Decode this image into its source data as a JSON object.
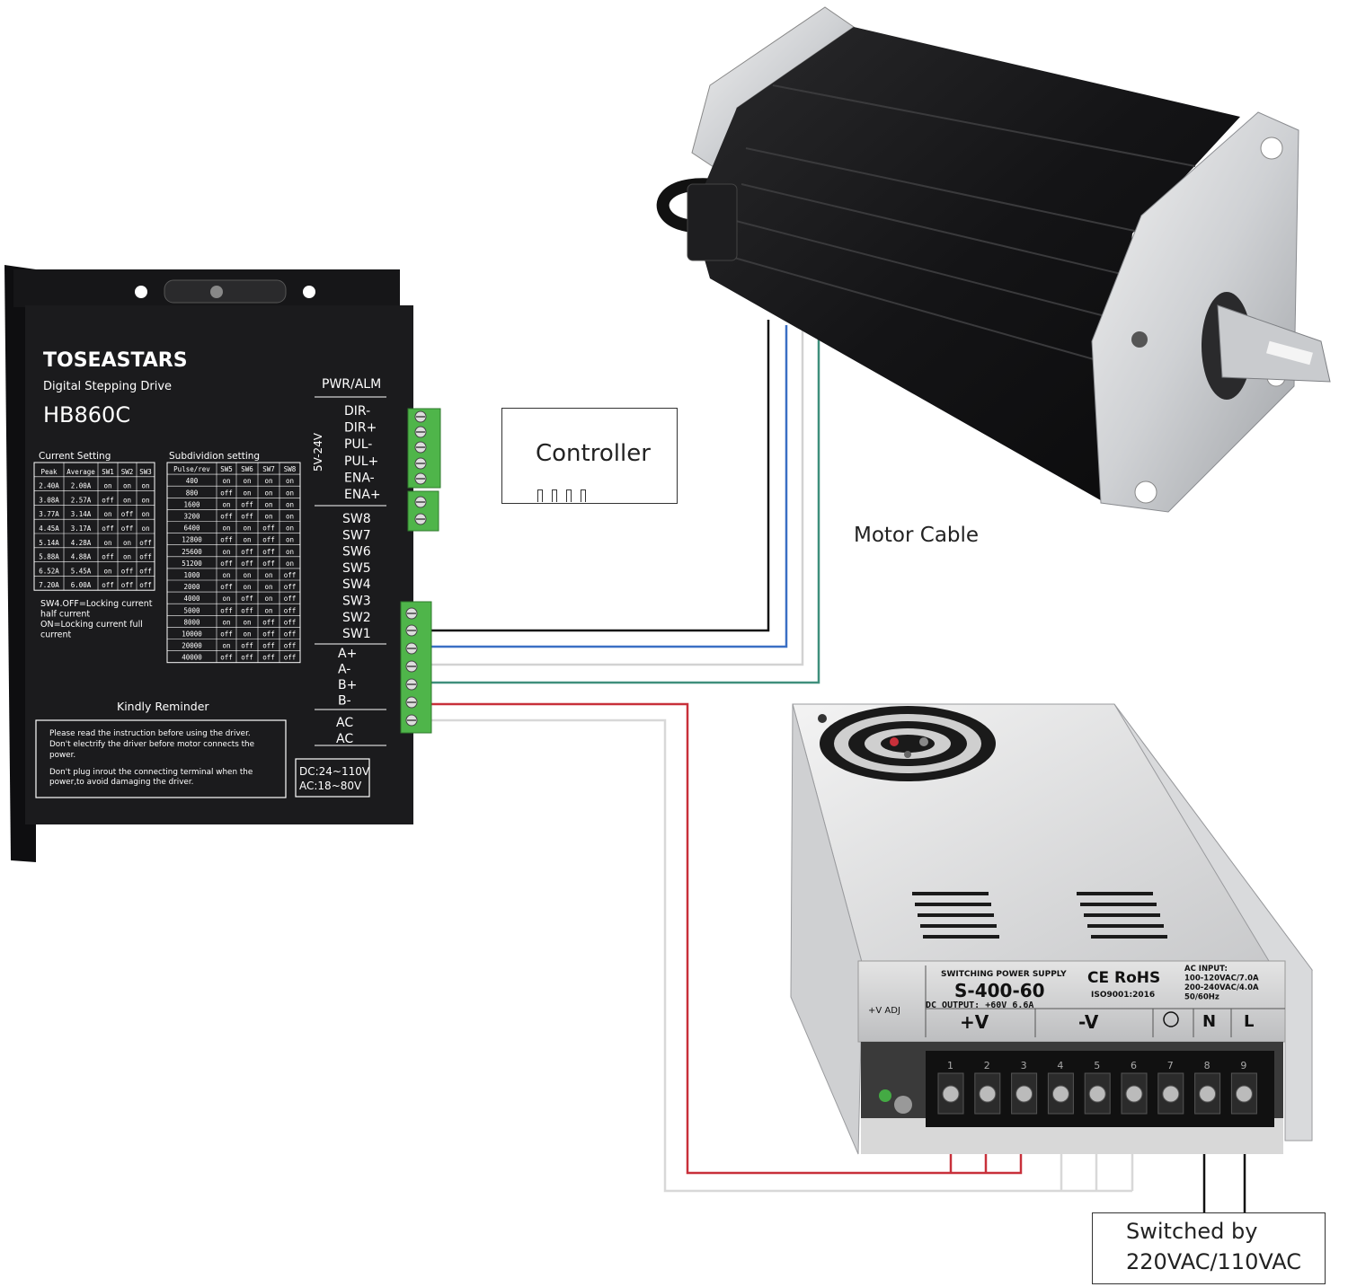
{
  "driver": {
    "brand": "TOSEASTARS",
    "subtitle": "Digital Stepping Drive",
    "model": "HB860C",
    "pwr_alm": "PWR/ALM",
    "voltage_side": "5V-24V",
    "signal_terms": [
      "DIR-",
      "DIR+",
      "PUL-",
      "PUL+",
      "ENA-",
      "ENA+"
    ],
    "switch_terms": [
      "SW8",
      "SW7",
      "SW6",
      "SW5",
      "SW4",
      "SW3",
      "SW2",
      "SW1"
    ],
    "motor_terms": [
      "A+",
      "A-",
      "B+",
      "B-"
    ],
    "power_terms": [
      "AC",
      "AC"
    ],
    "current_title": "Current Setting",
    "current_headers": [
      "Peak",
      "Average",
      "SW1",
      "SW2",
      "SW3"
    ],
    "current_rows": [
      [
        "2.40A",
        "2.00A",
        "on",
        "on",
        "on"
      ],
      [
        "3.08A",
        "2.57A",
        "off",
        "on",
        "on"
      ],
      [
        "3.77A",
        "3.14A",
        "on",
        "off",
        "on"
      ],
      [
        "4.45A",
        "3.17A",
        "off",
        "off",
        "on"
      ],
      [
        "5.14A",
        "4.28A",
        "on",
        "on",
        "off"
      ],
      [
        "5.88A",
        "4.88A",
        "off",
        "on",
        "off"
      ],
      [
        "6.52A",
        "5.45A",
        "on",
        "off",
        "off"
      ],
      [
        "7.20A",
        "6.00A",
        "off",
        "off",
        "off"
      ]
    ],
    "current_note": [
      "SW4.OFF=Locking current",
      "half current",
      "ON=Locking current full",
      "current"
    ],
    "subdiv_title": "Subdividion setting",
    "subdiv_headers": [
      "Pulse/rev",
      "SW5",
      "SW6",
      "SW7",
      "SW8"
    ],
    "subdiv_rows": [
      [
        "400",
        "on",
        "on",
        "on",
        "on"
      ],
      [
        "800",
        "off",
        "on",
        "on",
        "on"
      ],
      [
        "1600",
        "on",
        "off",
        "on",
        "on"
      ],
      [
        "3200",
        "off",
        "off",
        "on",
        "on"
      ],
      [
        "6400",
        "on",
        "on",
        "off",
        "on"
      ],
      [
        "12800",
        "off",
        "on",
        "off",
        "on"
      ],
      [
        "25600",
        "on",
        "off",
        "off",
        "on"
      ],
      [
        "51200",
        "off",
        "off",
        "off",
        "on"
      ],
      [
        "1000",
        "on",
        "on",
        "on",
        "off"
      ],
      [
        "2000",
        "off",
        "on",
        "on",
        "off"
      ],
      [
        "4000",
        "on",
        "off",
        "on",
        "off"
      ],
      [
        "5000",
        "off",
        "off",
        "on",
        "off"
      ],
      [
        "8000",
        "on",
        "on",
        "off",
        "off"
      ],
      [
        "10000",
        "off",
        "on",
        "off",
        "off"
      ],
      [
        "20000",
        "on",
        "off",
        "off",
        "off"
      ],
      [
        "40000",
        "off",
        "off",
        "off",
        "off"
      ]
    ],
    "reminder_title": "Kindly Reminder",
    "reminder_lines": [
      "Please read the instruction before using the driver.",
      "Don't electrify the driver before motor connects the",
      "power.",
      "Don't plug inrout the connecting terminal when the",
      "power,to avoid damaging the driver."
    ],
    "voltage_lines": [
      "DC:24~110V",
      "AC:18~80V"
    ]
  },
  "controller": {
    "label": "Controller"
  },
  "motor_cable": {
    "label": "Motor Cable"
  },
  "psu": {
    "heading": "SWITCHING POWER SUPPLY",
    "cert": "CE RoHS",
    "model": "S-400-60",
    "iso": "ISO9001:2016",
    "dc_output": "DC OUTPUT:  +60V      6.6A",
    "ac_input": [
      "AC INPUT:",
      "100-120VAC/7.0A",
      "200-240VAC/4.0A",
      "50/60Hz"
    ],
    "adj": "+V ADJ",
    "terminals": [
      "+V",
      "-V",
      "N",
      "L"
    ],
    "numbers": [
      "1",
      "2",
      "3",
      "4",
      "5",
      "6",
      "7",
      "8",
      "9"
    ]
  },
  "switch_note": {
    "line1": "Switched by",
    "line2": "220VAC/110VAC"
  },
  "colors": {
    "driver_body": "#1b1b1d",
    "terminal_green": "#4fb54a",
    "wire_black": "#111111",
    "wire_blue": "#3a6fc4",
    "wire_green": "#3f8f7c",
    "wire_red": "#c8303a",
    "wire_white": "#d8d8d8"
  }
}
